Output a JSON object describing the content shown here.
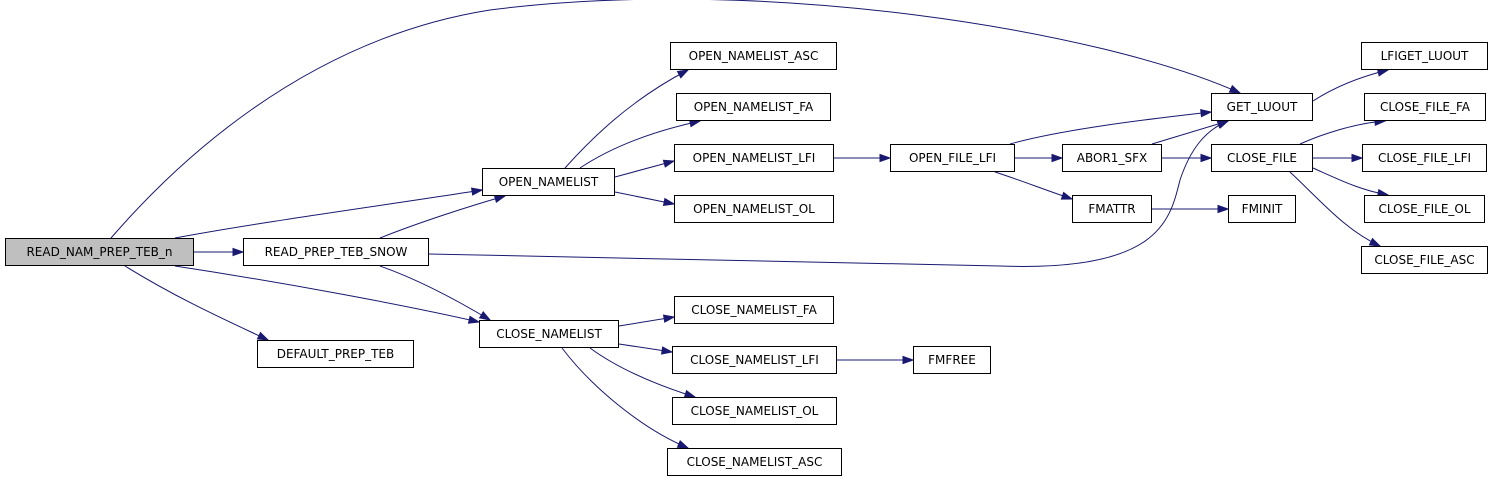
{
  "graph": {
    "colors": {
      "edge": "#191970",
      "root_fill": "#bfbfbf",
      "node_fill": "#ffffff",
      "node_border": "#000000"
    },
    "nodes": [
      {
        "id": "read_nam_prep_teb_n",
        "label": "READ_NAM_PREP_TEB_n",
        "root": true
      },
      {
        "id": "read_prep_teb_snow",
        "label": "READ_PREP_TEB_SNOW"
      },
      {
        "id": "default_prep_teb",
        "label": "DEFAULT_PREP_TEB"
      },
      {
        "id": "open_namelist",
        "label": "OPEN_NAMELIST"
      },
      {
        "id": "close_namelist",
        "label": "CLOSE_NAMELIST"
      },
      {
        "id": "open_namelist_asc",
        "label": "OPEN_NAMELIST_ASC"
      },
      {
        "id": "open_namelist_fa",
        "label": "OPEN_NAMELIST_FA"
      },
      {
        "id": "open_namelist_lfi",
        "label": "OPEN_NAMELIST_LFI"
      },
      {
        "id": "open_namelist_ol",
        "label": "OPEN_NAMELIST_OL"
      },
      {
        "id": "close_namelist_fa",
        "label": "CLOSE_NAMELIST_FA"
      },
      {
        "id": "close_namelist_lfi",
        "label": "CLOSE_NAMELIST_LFI"
      },
      {
        "id": "close_namelist_ol",
        "label": "CLOSE_NAMELIST_OL"
      },
      {
        "id": "close_namelist_asc",
        "label": "CLOSE_NAMELIST_ASC"
      },
      {
        "id": "open_file_lfi",
        "label": "OPEN_FILE_LFI"
      },
      {
        "id": "fmfree",
        "label": "FMFREE"
      },
      {
        "id": "abor1_sfx",
        "label": "ABOR1_SFX"
      },
      {
        "id": "fmattr",
        "label": "FMATTR"
      },
      {
        "id": "get_luout",
        "label": "GET_LUOUT"
      },
      {
        "id": "close_file",
        "label": "CLOSE_FILE"
      },
      {
        "id": "fminit",
        "label": "FMINIT"
      },
      {
        "id": "lfiget_luout",
        "label": "LFIGET_LUOUT"
      },
      {
        "id": "close_file_fa",
        "label": "CLOSE_FILE_FA"
      },
      {
        "id": "close_file_lfi",
        "label": "CLOSE_FILE_LFI"
      },
      {
        "id": "close_file_ol",
        "label": "CLOSE_FILE_OL"
      },
      {
        "id": "close_file_asc",
        "label": "CLOSE_FILE_ASC"
      }
    ],
    "edges": [
      {
        "from": "read_nam_prep_teb_n",
        "to": "get_luout"
      },
      {
        "from": "read_nam_prep_teb_n",
        "to": "open_namelist"
      },
      {
        "from": "read_nam_prep_teb_n",
        "to": "read_prep_teb_snow"
      },
      {
        "from": "read_nam_prep_teb_n",
        "to": "close_namelist"
      },
      {
        "from": "read_nam_prep_teb_n",
        "to": "default_prep_teb"
      },
      {
        "from": "read_prep_teb_snow",
        "to": "open_namelist"
      },
      {
        "from": "read_prep_teb_snow",
        "to": "close_namelist"
      },
      {
        "from": "read_prep_teb_snow",
        "to": "get_luout"
      },
      {
        "from": "open_namelist",
        "to": "open_namelist_asc"
      },
      {
        "from": "open_namelist",
        "to": "open_namelist_fa"
      },
      {
        "from": "open_namelist",
        "to": "open_namelist_lfi"
      },
      {
        "from": "open_namelist",
        "to": "open_namelist_ol"
      },
      {
        "from": "close_namelist",
        "to": "close_namelist_fa"
      },
      {
        "from": "close_namelist",
        "to": "close_namelist_lfi"
      },
      {
        "from": "close_namelist",
        "to": "close_namelist_ol"
      },
      {
        "from": "close_namelist",
        "to": "close_namelist_asc"
      },
      {
        "from": "open_namelist_lfi",
        "to": "open_file_lfi"
      },
      {
        "from": "close_namelist_lfi",
        "to": "fmfree"
      },
      {
        "from": "open_file_lfi",
        "to": "get_luout"
      },
      {
        "from": "open_file_lfi",
        "to": "abor1_sfx"
      },
      {
        "from": "open_file_lfi",
        "to": "fmattr"
      },
      {
        "from": "abor1_sfx",
        "to": "get_luout"
      },
      {
        "from": "abor1_sfx",
        "to": "close_file"
      },
      {
        "from": "fmattr",
        "to": "fminit"
      },
      {
        "from": "get_luout",
        "to": "lfiget_luout"
      },
      {
        "from": "close_file",
        "to": "close_file_fa"
      },
      {
        "from": "close_file",
        "to": "close_file_lfi"
      },
      {
        "from": "close_file",
        "to": "close_file_ol"
      },
      {
        "from": "close_file",
        "to": "close_file_asc"
      }
    ]
  }
}
